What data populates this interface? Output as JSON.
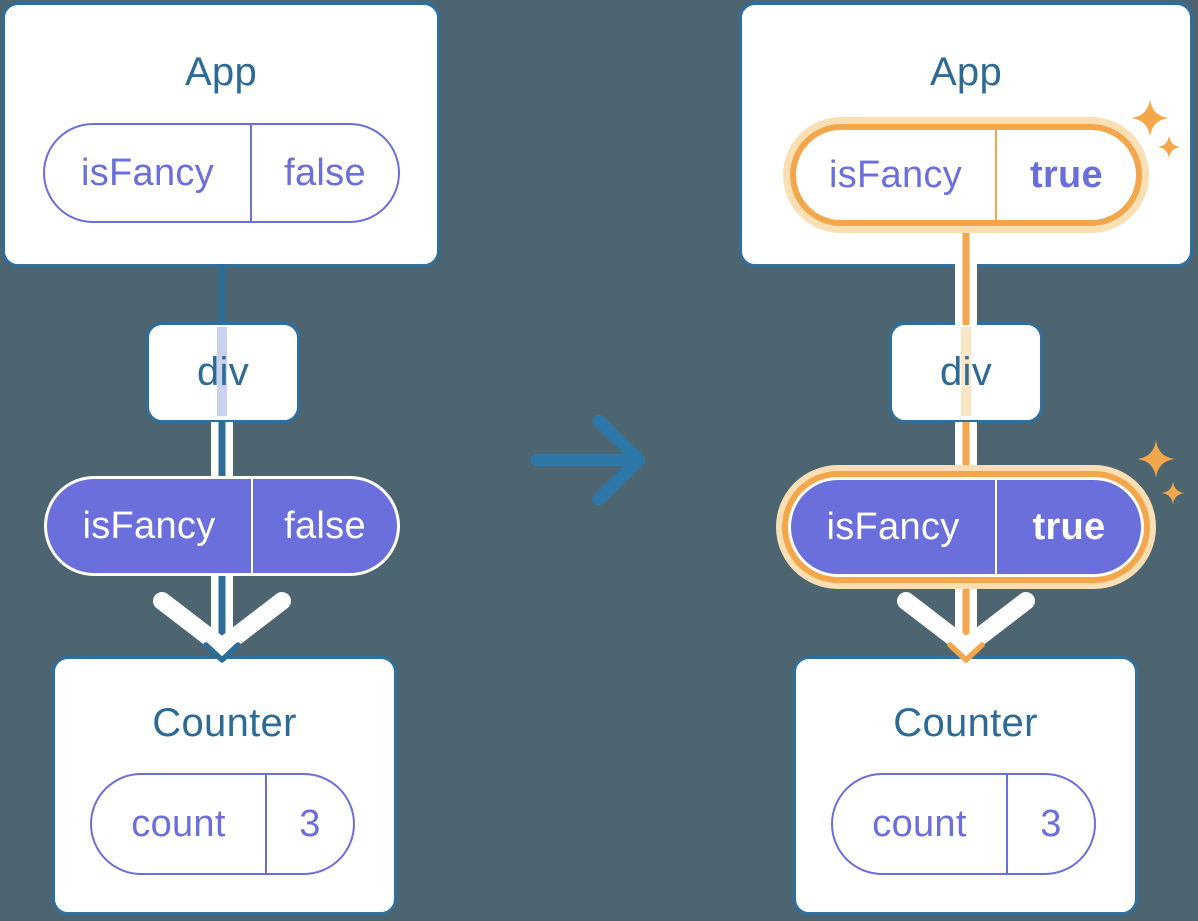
{
  "diagram": {
    "before": {
      "app": {
        "title": "App",
        "pill": {
          "key": "isFancy",
          "value": "false"
        }
      },
      "div": {
        "label": "div"
      },
      "prop_pill": {
        "key": "isFancy",
        "value": "false"
      },
      "counter": {
        "title": "Counter",
        "pill": {
          "key": "count",
          "value": "3"
        }
      }
    },
    "after": {
      "app": {
        "title": "App",
        "pill": {
          "key": "isFancy",
          "value": "true"
        }
      },
      "div": {
        "label": "div"
      },
      "prop_pill": {
        "key": "isFancy",
        "value": "true"
      },
      "counter": {
        "title": "Counter",
        "pill": {
          "key": "count",
          "value": "3"
        }
      }
    },
    "icons": {
      "transition": "right-arrow-icon",
      "flow": "down-arrow-icon",
      "highlight": "sparkle-icon"
    },
    "colors": {
      "background": "#4d6471",
      "card_background": "#ffffff",
      "card_border": "#2f6f9e",
      "heading_text": "#2d6b96",
      "purple": "#6a6fdb",
      "blue_line": "#2e6d98",
      "pale_blue_line": "#c9d3ef",
      "orange": "#f4a74a",
      "orange_halo": "#fbdfb4",
      "pale_orange_line": "#fae6c5",
      "arrow_blue": "#2d77a9",
      "white_line": "#ffffff"
    }
  }
}
